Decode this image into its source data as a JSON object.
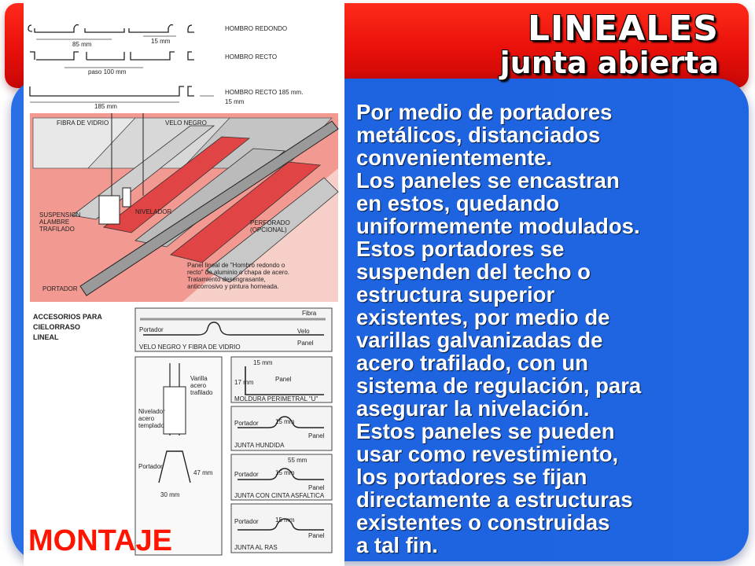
{
  "header": {
    "title_line1": "LINEALES",
    "title_line2": "junta abierta"
  },
  "body_lines": [
    "Por medio de portadores",
    "metálicos, distanciados",
    "convenientemente.",
    "Los paneles se encastran",
    "en estos, quedando",
    "uniformemente modulados.",
    "Estos portadores se",
    "suspenden del techo o",
    "estructura superior",
    "existentes, por medio de",
    "varillas galvanizadas de",
    "acero trafilado, con un",
    "sistema de regulación, para",
    "asegurar la nivelación.",
    "Estos paneles se pueden",
    "usar como revestimiento,",
    "los portadores se fijan",
    "directamente a estructuras",
    "existentes o construidas",
    "a tal fin."
  ],
  "footer_label": "MONTAJE",
  "diagram": {
    "profiles": {
      "hombro_redondo": "HOMBRO REDONDO",
      "hombro_recto": "HOMBRO RECTO",
      "hombro_recto_185": "HOMBRO RECTO 185 mm.",
      "dim_85": "85 mm",
      "dim_15a": "15 mm",
      "dim_paso": "paso 100 mm",
      "dim_185": "185 mm",
      "dim_15b": "15 mm"
    },
    "isometric": {
      "fibra_vidrio": "FIBRA DE VIDRIO",
      "velo_negro": "VELO NEGRO",
      "nivelador": "NIVELADOR",
      "suspension_1": "SUSPENSION",
      "suspension_2": "ALAMBRE",
      "suspension_3": "TRAFILADO",
      "perforado_1": "PERFORADO",
      "perforado_2": "(OPCIONAL)",
      "panel_1": "Panel lineal de \"Hombro redondo o",
      "panel_2": "recto\" de aluminio o chapa de acero.",
      "panel_3": "Tratamiento desengrasante,",
      "panel_4": "anticorrosivo y pintura horneada.",
      "portador": "PORTADOR"
    },
    "accessories": {
      "title_1": "ACCESORIOS PARA",
      "title_2": "CIELORRASO",
      "title_3": "LINEAL",
      "fibra": "Fibra",
      "portador": "Portador",
      "velo": "Velo",
      "panel": "Panel",
      "velo_fibra": "VELO NEGRO Y FIBRA DE VIDRIO"
    },
    "suspension_detail": {
      "varilla_1": "Varilla",
      "varilla_2": "acero",
      "varilla_3": "trafilado",
      "nivelador_1": "Nivelador",
      "nivelador_2": "acero",
      "nivelador_3": "templado",
      "portador": "Portador",
      "dim_47": "47 mm",
      "dim_30": "30 mm"
    },
    "joints": {
      "dim_15a": "15 mm",
      "dim_17": "17 mm",
      "panel_a": "Panel",
      "moldura": "MOLDURA PERIMETRAL \"U\"",
      "portador_b": "Portador",
      "dim_15b": "15 mm",
      "panel_b": "Panel",
      "junta_hundida": "JUNTA HUNDIDA",
      "dim_55": "55 mm",
      "portador_c": "Portador",
      "dim_15c": "15 mm",
      "panel_c": "Panel",
      "junta_cinta": "JUNTA CON CINTA ASFALTICA",
      "portador_d": "Portador",
      "dim_15d": "15 mm",
      "panel_d": "Panel",
      "junta_ras": "JUNTA AL RAS"
    }
  },
  "colors": {
    "red_band": "#e8100a",
    "blue_panel": "#1f66e3",
    "montaje": "#ff1400",
    "diagram_red": "#e83a3a",
    "diagram_pink": "#f6c6c0"
  }
}
